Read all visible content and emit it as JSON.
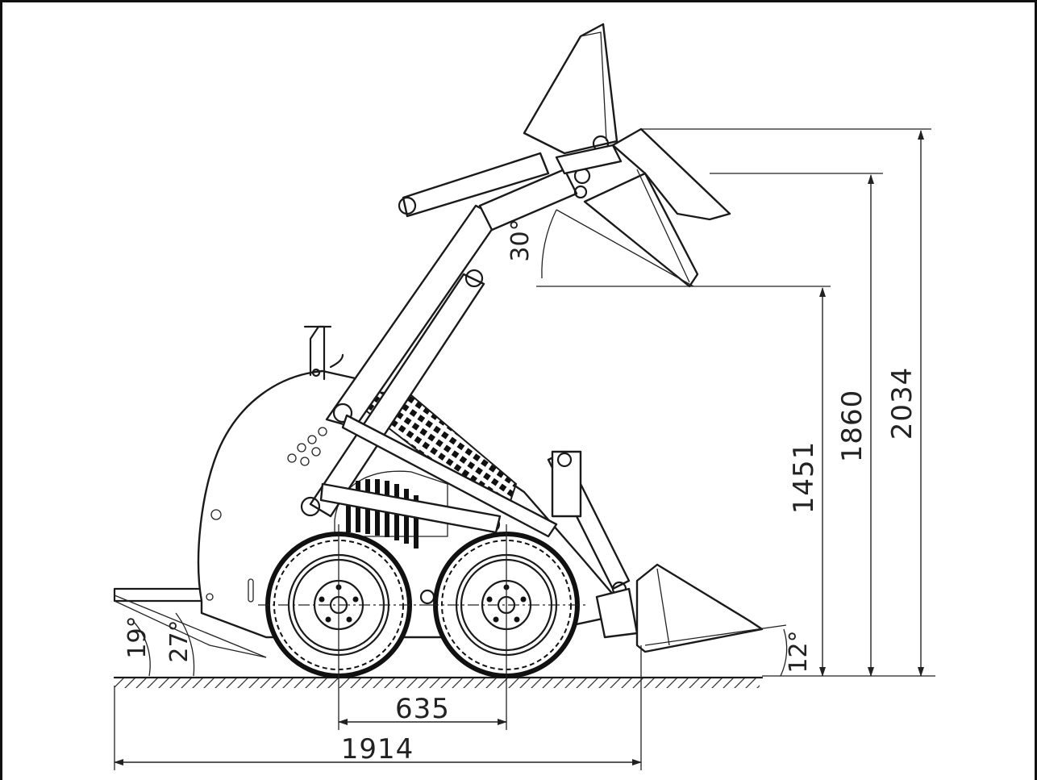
{
  "dimensions": {
    "wheelbase": "635",
    "overall_length": "1914",
    "hinge_pin_height": "1451",
    "dump_height": "1860",
    "overall_height": "2034"
  },
  "angles": {
    "rear_departure_1": "19°",
    "rear_departure_2": "27°",
    "bucket_rollback": "12°",
    "dump_angle": "30°"
  },
  "colors": {
    "line": "#1a1a1a",
    "background": "#ffffff"
  }
}
